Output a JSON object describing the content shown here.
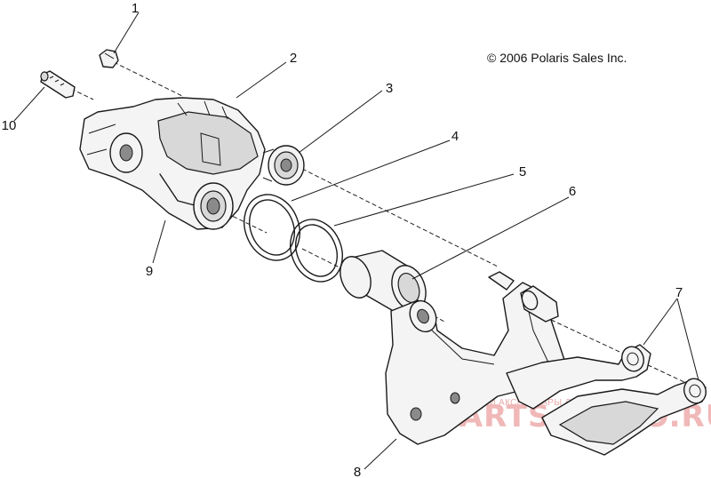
{
  "copyright": "© 2006 Polaris Sales Inc.",
  "callouts": [
    "1",
    "2",
    "3",
    "4",
    "5",
    "6",
    "7",
    "8",
    "9",
    "10"
  ],
  "watermark": {
    "line1": "ЗАПЧАСТИ И АКСЕССУАРЫ ДЛЯ МОТОТЕХНИКИ",
    "line2": "PARTS-MOTO.RU"
  }
}
